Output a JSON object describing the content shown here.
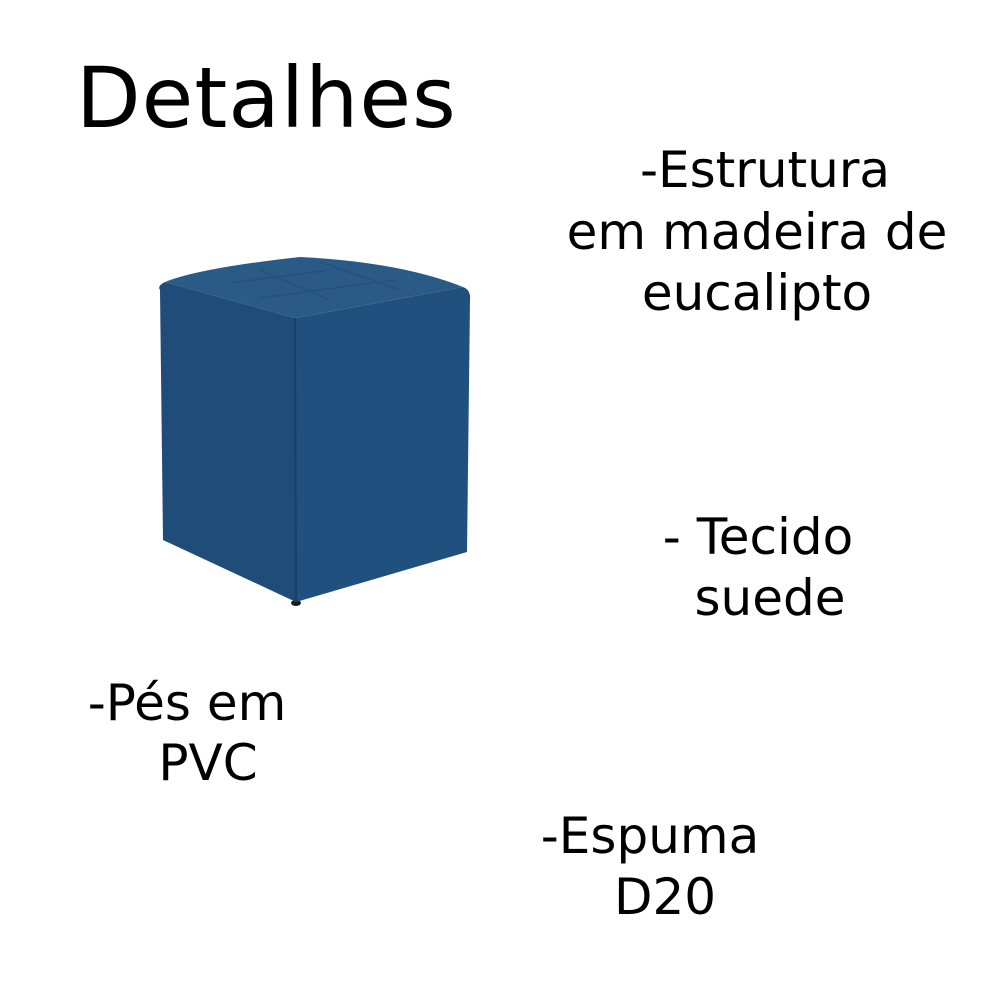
{
  "title": "Detalhes",
  "details": [
    {
      "lines": [
        "-Estrutura",
        "em madeira de",
        "eucalipto"
      ]
    },
    {
      "lines": [
        "- Tecido",
        "suede"
      ]
    },
    {
      "lines": [
        "-Pés em",
        "PVC"
      ]
    },
    {
      "lines": [
        "-Espuma",
        "D20"
      ]
    }
  ],
  "product": {
    "icon": "cube-pouf-image",
    "colors": {
      "top": "#2a5a86",
      "left": "#1f4c78",
      "right": "#20507d",
      "feet": "#1a1a1a"
    }
  }
}
